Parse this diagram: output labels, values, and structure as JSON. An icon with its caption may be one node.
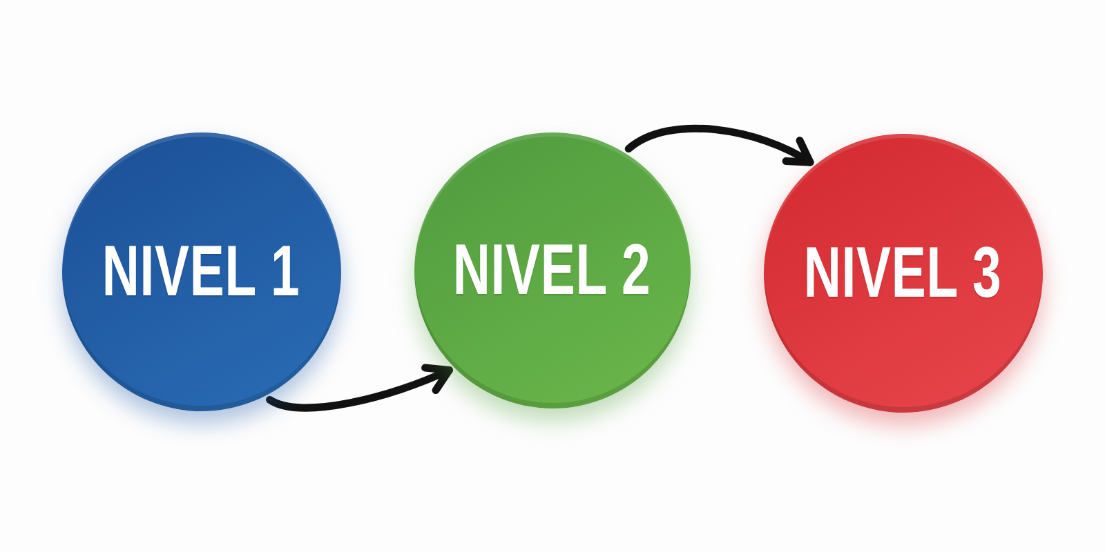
{
  "diagram": {
    "nodes": [
      {
        "text": [
          "NIVEL 1"
        ]
      },
      {
        "text": [
          "NIVEL 2"
        ]
      },
      {
        "text": [
          "NIVEL 3"
        ]
      }
    ],
    "edges": [
      {
        "from": 0,
        "to": 1,
        "arrow": "to"
      },
      {
        "from": 1,
        "to": 2,
        "arrow": "to"
      }
    ]
  }
}
